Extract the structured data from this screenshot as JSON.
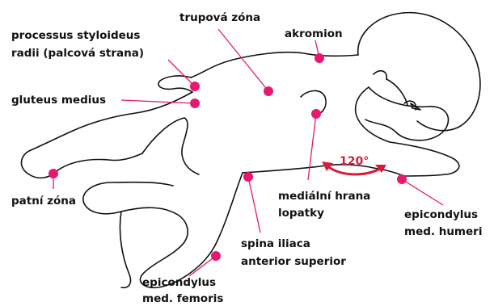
{
  "colors": {
    "point": "#e6186f",
    "outline": "#111111",
    "text": "#111111",
    "angle": "#d81b3c"
  },
  "labels": {
    "trupova_zona": "trupová zóna",
    "processus_line1": "processus styloideus",
    "processus_line2": "radii (palcová strana)",
    "akromion": "akromion",
    "gluteus_medius": "gluteus medius",
    "patni_zona": "patní zóna",
    "medialni_line1": "mediální hrana",
    "medialni_line2": "lopatky",
    "spina_line1": "spina iliaca",
    "spina_line2": "anterior superior",
    "epic_humeri_line1": "epicondylus",
    "epic_humeri_line2": "med. humeri",
    "epic_femoris_line1": "epicondylus",
    "epic_femoris_line2": "med. femoris"
  },
  "angle": {
    "value": "120°"
  }
}
